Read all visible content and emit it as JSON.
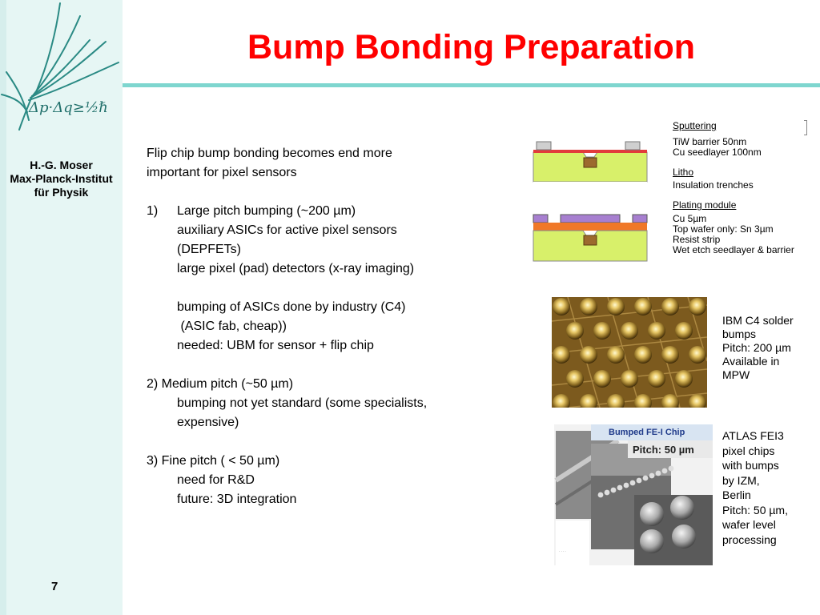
{
  "slide": {
    "title": "Bump Bonding Preparation",
    "number": "7",
    "colors": {
      "title": "#ff0000",
      "rule": "#7ed6cf",
      "sidebar": "#e6f6f4"
    }
  },
  "sidebar": {
    "logo_formula": "Δp·Δq≥½ℏ",
    "author_lines": [
      "H.-G. Moser",
      "Max-Planck-Institut",
      "für Physik"
    ]
  },
  "content": {
    "intro": [
      "Flip chip bump bonding becomes end more",
      "important for pixel sensors"
    ],
    "item1": {
      "num": "1)",
      "head": "Large pitch bumping (~200 µm)",
      "lines": [
        "auxiliary ASICs for active pixel sensors",
        "(DEPFETs)",
        "large pixel (pad) detectors (x-ray imaging)"
      ],
      "lines2": [
        "bumping of ASICs done by industry (C4)",
        " (ASIC fab, cheap))",
        "needed: UBM for sensor + flip chip"
      ]
    },
    "item2": {
      "head": "2) Medium pitch (~50 µm)",
      "lines": [
        "bumping not yet standard (some specialists,",
        "expensive)"
      ]
    },
    "item3": {
      "head": "3) Fine pitch ( < 50 µm)",
      "lines": [
        "need for R&D",
        "future: 3D integration"
      ]
    }
  },
  "process": {
    "steps": [
      {
        "head": "Sputtering",
        "lines": [
          "TiW barrier 50nm",
          "Cu seedlayer 100nm"
        ]
      },
      {
        "head": "Litho",
        "lines": [
          "Insulation trenches"
        ]
      },
      {
        "head": "Plating module",
        "lines": [
          "Cu 5µm",
          "Top wafer only: Sn 3µm",
          "Resist strip",
          "Wet etch seedlayer & barrier"
        ]
      }
    ]
  },
  "images": {
    "c4": {
      "caption": [
        "IBM C4 solder",
        "bumps",
        "Pitch: 200 µm",
        "Available in",
        "MPW"
      ]
    },
    "fei3": {
      "overlay_title": "Bumped FE-I Chip",
      "overlay_pitch": "Pitch: 50 µm",
      "caption": [
        "ATLAS FEI3",
        "pixel chips",
        "with bumps",
        "by IZM,",
        "Berlin",
        "Pitch: 50 µm,",
        "wafer level",
        "processing"
      ]
    }
  }
}
